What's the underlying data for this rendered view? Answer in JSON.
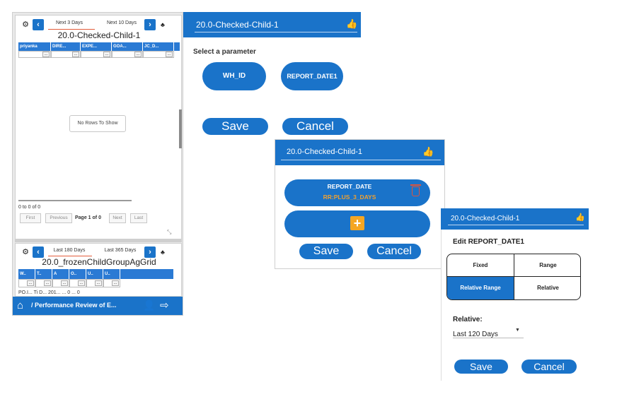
{
  "panel1": {
    "top_grid": {
      "tab_left": "Next 3 Days",
      "tab_right": "Next 10 Days",
      "title": "20.0-Checked-Child-1",
      "columns": [
        "priyanka",
        "DIRE...",
        "EXPE...",
        "GOA...",
        "JC_D..."
      ],
      "empty_message": "No Rows To Show",
      "row_info": "0 to 0 of 0",
      "btn_first": "First",
      "btn_previous": "Previous",
      "page_info": "Page 1 of 0",
      "btn_next": "Next",
      "btn_last": "Last"
    },
    "bottom_grid": {
      "tab_left": "Last 180 Days",
      "tab_right": "Last 365 Days",
      "title": "20.0_frozenChildGroupAgGrid",
      "columns": [
        "W..",
        "T..",
        "A",
        "O..",
        "U..",
        "U.."
      ],
      "partial_row": "PO.I... Ti D... 201... ... 0 ... 0"
    },
    "footer_nav": "/ Performance Review of E..."
  },
  "panel2": {
    "header_title": "20.0-Checked-Child-1",
    "prompt": "Select a parameter",
    "param_1": "WH_ID",
    "param_2": "REPORT_DATE1",
    "save": "Save",
    "cancel": "Cancel"
  },
  "panel3": {
    "header_title": "20.0-Checked-Child-1",
    "param_name": "REPORT_DATE",
    "param_value": "RR:PLUS_3_DAYS",
    "save": "Save",
    "cancel": "Cancel"
  },
  "panel4": {
    "header_title": "20.0-Checked-Child-1",
    "edit_label": "Edit REPORT_DATE1",
    "seg_fixed": "Fixed",
    "seg_range": "Range",
    "seg_relative_range": "Relative Range",
    "seg_relative": "Relative",
    "relative_label": "Relative:",
    "relative_value": "Last 120 Days",
    "save": "Save",
    "cancel": "Cancel"
  },
  "colors": {
    "primary_blue": "#1a73c9",
    "accent_orange": "#f5a623",
    "value_orange": "#f0a030",
    "delete_red": "#e0533a"
  }
}
